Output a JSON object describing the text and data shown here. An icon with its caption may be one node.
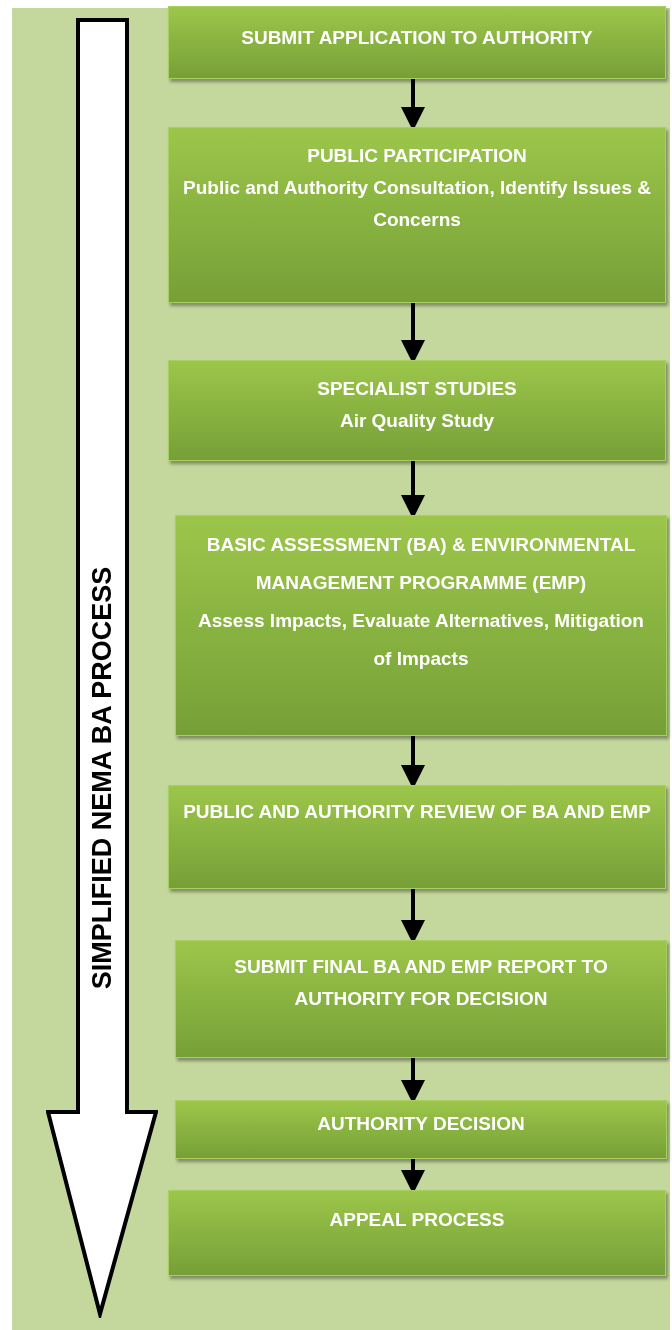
{
  "diagram": {
    "nodes": [
      {
        "text": [
          "SIMPLIFIED NEMA BA PROCESS"
        ]
      },
      {
        "text": [
          "SUBMIT APPLICATION TO AUTHORITY"
        ]
      },
      {
        "text": [
          "PUBLIC PARTICIPATION",
          "Public and Authority Consultation, Identify Issues & Concerns"
        ]
      },
      {
        "text": [
          "SPECIALIST STUDIES",
          "Air Quality Study"
        ]
      },
      {
        "text": [
          "BASIC ASSESSMENT (BA) & ENVIRONMENTAL MANAGEMENT PROGRAMME (EMP)",
          "Assess Impacts, Evaluate Alternatives, Mitigation of Impacts"
        ]
      },
      {
        "text": [
          "PUBLIC AND AUTHORITY REVIEW OF BA AND EMP"
        ]
      },
      {
        "text": [
          "SUBMIT FINAL BA AND EMP REPORT TO AUTHORITY FOR DECISION"
        ]
      },
      {
        "text": [
          "AUTHORITY DECISION"
        ]
      },
      {
        "text": [
          "APPEAL PROCESS"
        ]
      }
    ],
    "edges": [
      {
        "from": 1,
        "to": 2,
        "arrow": "to"
      },
      {
        "from": 2,
        "to": 3,
        "arrow": "to"
      },
      {
        "from": 3,
        "to": 4,
        "arrow": "to"
      },
      {
        "from": 4,
        "to": 5,
        "arrow": "to"
      },
      {
        "from": 5,
        "to": 6,
        "arrow": "to"
      },
      {
        "from": 6,
        "to": 7,
        "arrow": "to"
      },
      {
        "from": 7,
        "to": 8,
        "arrow": "to"
      }
    ]
  }
}
